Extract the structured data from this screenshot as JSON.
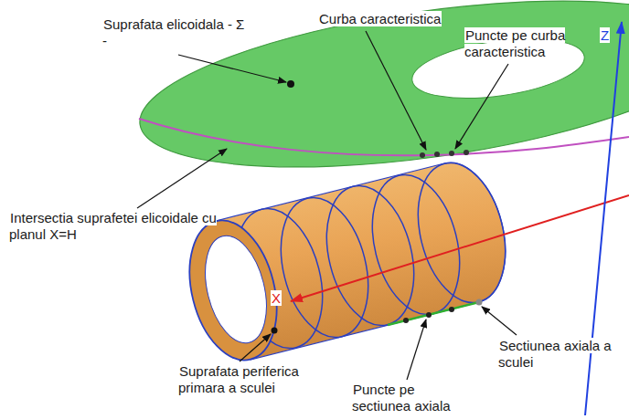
{
  "diagram": {
    "labels": [
      "Suprafata elicoidala - Σ -",
      "Curba caracteristica",
      "Puncte pe curba caracteristica",
      "Intersectia suprafetei elicoidale cu planul X=H",
      "Suprafata periferica primara a sculei",
      "Puncte pe sectiunea axiala",
      "Sectiunea axiala a sculei",
      "Z",
      "X"
    ]
  }
}
